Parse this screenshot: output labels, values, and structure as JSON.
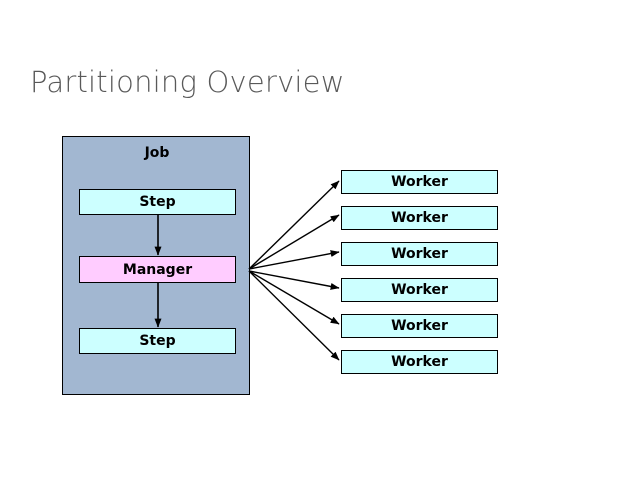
{
  "slide": {
    "title": "Partitioning Overview",
    "title_color": "#595959",
    "background": "#ffffff"
  },
  "diagram": {
    "type": "flow-diagram",
    "job": {
      "label": "Job",
      "fill": "#a2b7d1",
      "stroke": "#000000",
      "children": [
        {
          "id": "step-top",
          "label": "Step",
          "fill": "#ccffff"
        },
        {
          "id": "manager",
          "label": "Manager",
          "fill": "#ffccff"
        },
        {
          "id": "step-bottom",
          "label": "Step",
          "fill": "#ccffff"
        }
      ]
    },
    "workers": {
      "fill": "#ccffff",
      "stroke": "#000000",
      "count": 6,
      "items": [
        {
          "id": "worker-1",
          "label": "Worker"
        },
        {
          "id": "worker-2",
          "label": "Worker"
        },
        {
          "id": "worker-3",
          "label": "Worker"
        },
        {
          "id": "worker-4",
          "label": "Worker"
        },
        {
          "id": "worker-5",
          "label": "Worker"
        },
        {
          "id": "worker-6",
          "label": "Worker"
        }
      ]
    },
    "connectors": {
      "stroke": "#000000",
      "internal": [
        {
          "from": "step-top",
          "to": "manager"
        },
        {
          "from": "manager",
          "to": "step-bottom"
        }
      ],
      "fan_out_from": "manager",
      "fan_out_to": [
        "worker-1",
        "worker-2",
        "worker-3",
        "worker-4",
        "worker-5",
        "worker-6"
      ]
    }
  }
}
